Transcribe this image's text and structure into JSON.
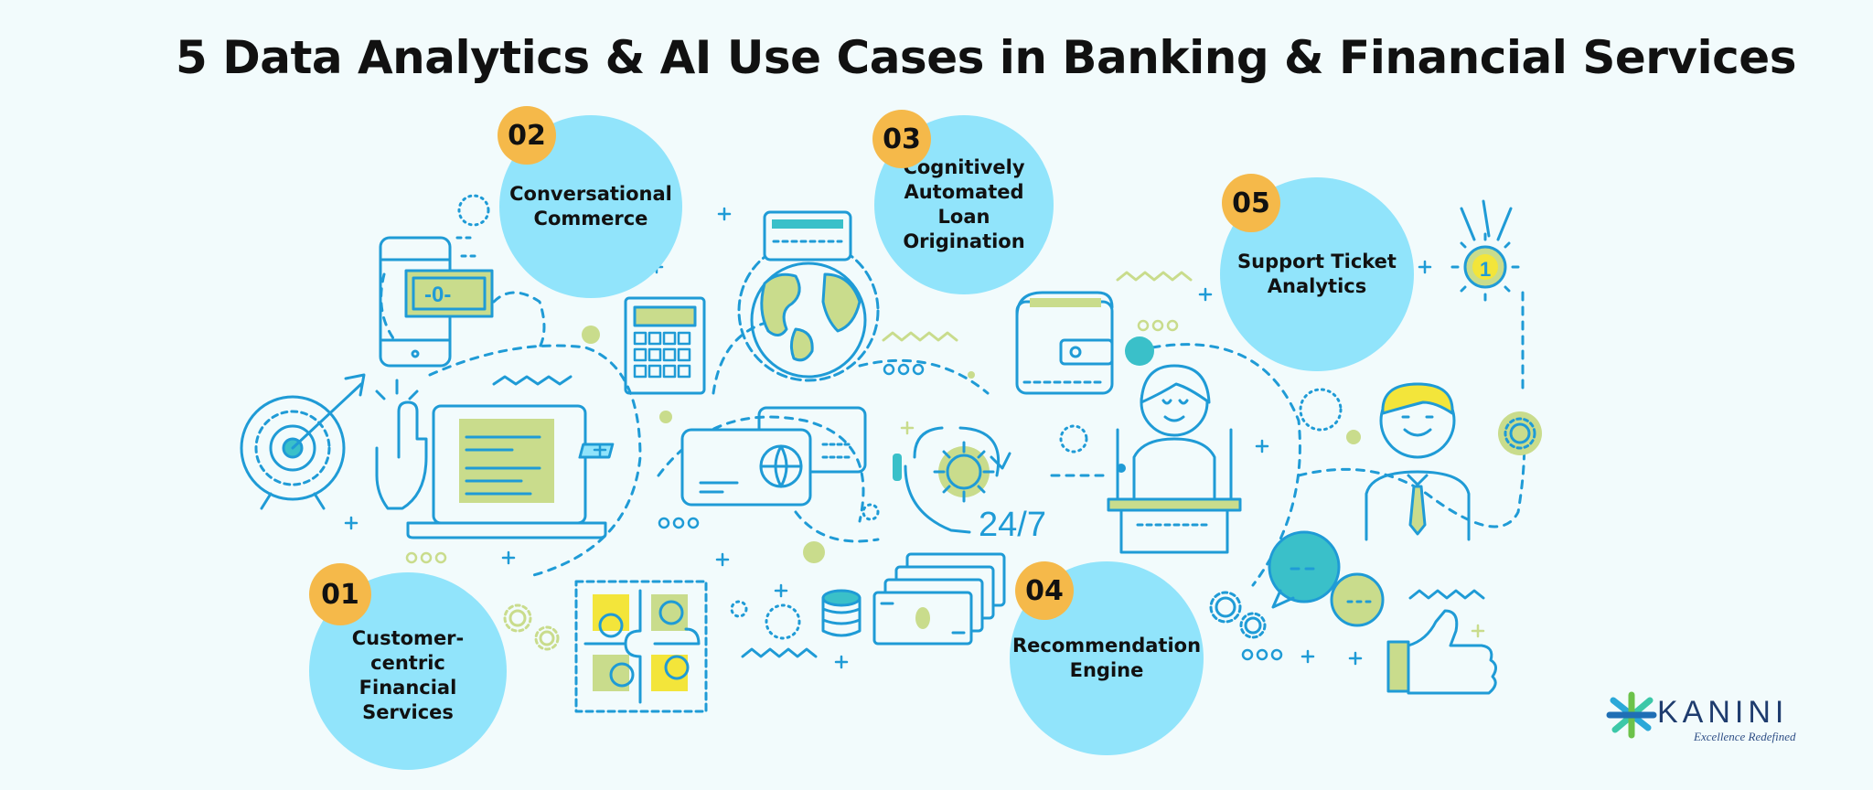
{
  "title": "5 Data Analytics & AI Use Cases in Banking & Financial Services",
  "colors": {
    "background": "#f2fbfc",
    "circle": "#91e4fb",
    "badge": "#f5b94a",
    "line": "#1f9bd6",
    "accent_green": "#c9dc8c",
    "accent_yellow": "#f3e53a",
    "brand_navy": "#1e3c6e"
  },
  "use_cases": [
    {
      "number": "01",
      "label": "Customer-centric\nFinancial\nServices"
    },
    {
      "number": "02",
      "label": "Conversational\nCommerce"
    },
    {
      "number": "03",
      "label": "Cognitively\nAutomated Loan\nOrigination"
    },
    {
      "number": "04",
      "label": "Recommendation\nEngine"
    },
    {
      "number": "05",
      "label": "Support Ticket\nAnalytics"
    }
  ],
  "illustration_text": {
    "currency_note": "-0-",
    "hours": "24/7",
    "medal": "1"
  },
  "brand": {
    "name": "KANINI",
    "tagline": "Excellence Redefined"
  },
  "icons": [
    "target-icon",
    "smartphone-money-icon",
    "laptop-hand-icon",
    "calculator-icon",
    "globe-icon",
    "credit-card-icon",
    "support-24-7-icon",
    "wallet-icon",
    "banker-icon",
    "businessman-icon",
    "medal-icon",
    "puzzle-icon",
    "coins-icon",
    "cash-stack-icon",
    "chat-bubbles-icon",
    "gears-icon",
    "thumbs-up-icon"
  ]
}
